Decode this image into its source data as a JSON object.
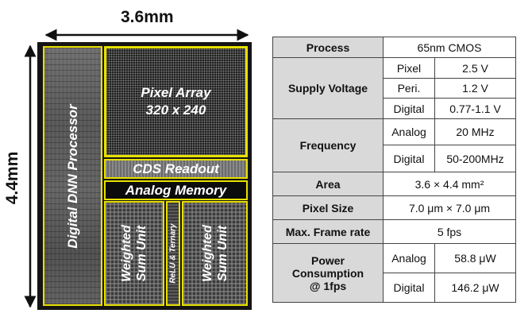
{
  "dimensions": {
    "width": "3.6mm",
    "height": "4.4mm"
  },
  "die_blocks": {
    "dnn": "Digital DNN Processor",
    "pixel_array": [
      "Pixel Array",
      "320 x 240"
    ],
    "cds": "CDS Readout",
    "analog_memory": "Analog Memory",
    "weighted_sum_left": [
      "Weighted",
      "Sum Unit"
    ],
    "relu": "ReLU & Ternary",
    "weighted_sum_right": [
      "Weighted",
      "Sum Unit"
    ]
  },
  "spec_table": {
    "process": {
      "label": "Process",
      "value": "65nm CMOS"
    },
    "supply_voltage": {
      "label": "Supply Voltage",
      "rows": [
        {
          "name": "Pixel",
          "value": "2.5 V"
        },
        {
          "name": "Peri.",
          "value": "1.2 V"
        },
        {
          "name": "Digital",
          "value": "0.77-1.1 V"
        }
      ]
    },
    "frequency": {
      "label": "Frequency",
      "rows": [
        {
          "name": "Analog",
          "value": "20 MHz"
        },
        {
          "name": "Digital",
          "value": "50-200MHz"
        }
      ]
    },
    "area": {
      "label": "Area",
      "value": "3.6 × 4.4 mm²"
    },
    "pixel_size": {
      "label": "Pixel Size",
      "value": "7.0 μm × 7.0 μm"
    },
    "frame_rate": {
      "label": "Max. Frame rate",
      "value": "5 fps"
    },
    "power": {
      "label_lines": [
        "Power",
        "Consumption",
        "@ 1fps"
      ],
      "rows": [
        {
          "name": "Analog",
          "value": "58.8 μW"
        },
        {
          "name": "Digital",
          "value": "146.2 μW"
        }
      ]
    }
  }
}
